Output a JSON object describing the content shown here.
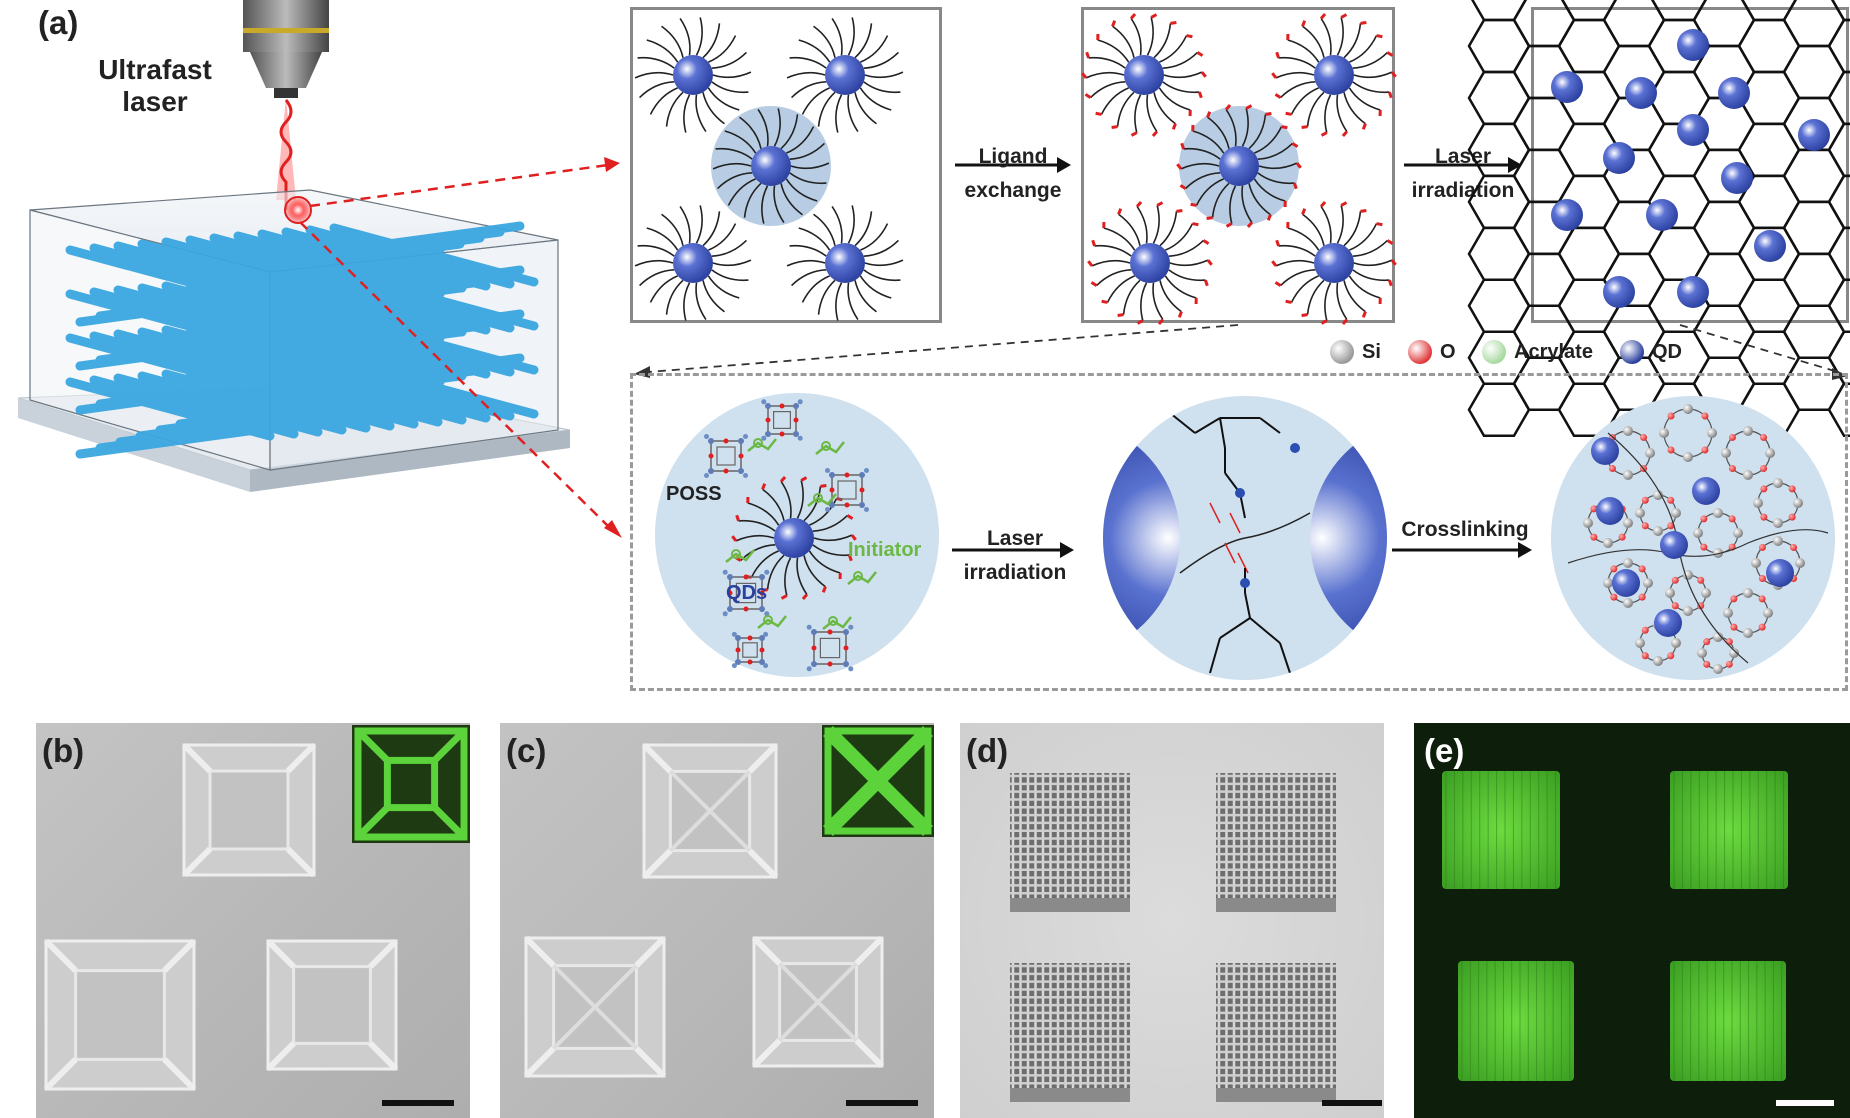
{
  "panels": {
    "a": "(a)",
    "b": "(b)",
    "c": "(c)",
    "d": "(d)",
    "e": "(e)"
  },
  "laser_label": "Ultrafast\nlaser",
  "steps": {
    "ligand_exchange": "Ligand\nexchange",
    "laser_irradiation_top": "Laser\nirradiation",
    "laser_irradiation_bottom": "Laser\nirradiation",
    "crosslinking": "Crosslinking"
  },
  "legend": [
    {
      "label": "Si",
      "color": "#9a9a9a"
    },
    {
      "label": "O",
      "color": "#e0393b"
    },
    {
      "label": "Acrylate",
      "color": "#a7d9a0"
    },
    {
      "label": "QD",
      "color": "#2a3f9e"
    }
  ],
  "mixture_labels": {
    "poss": "POSS",
    "qds": "QDs",
    "initiator": "Initiator"
  },
  "colors": {
    "qd_blue": "#2a3f9e",
    "halo": "#b8cde4",
    "lattice_blue": "#3aa7e0",
    "laser_red": "#e02020",
    "fluor_green": "#5cd33a"
  }
}
